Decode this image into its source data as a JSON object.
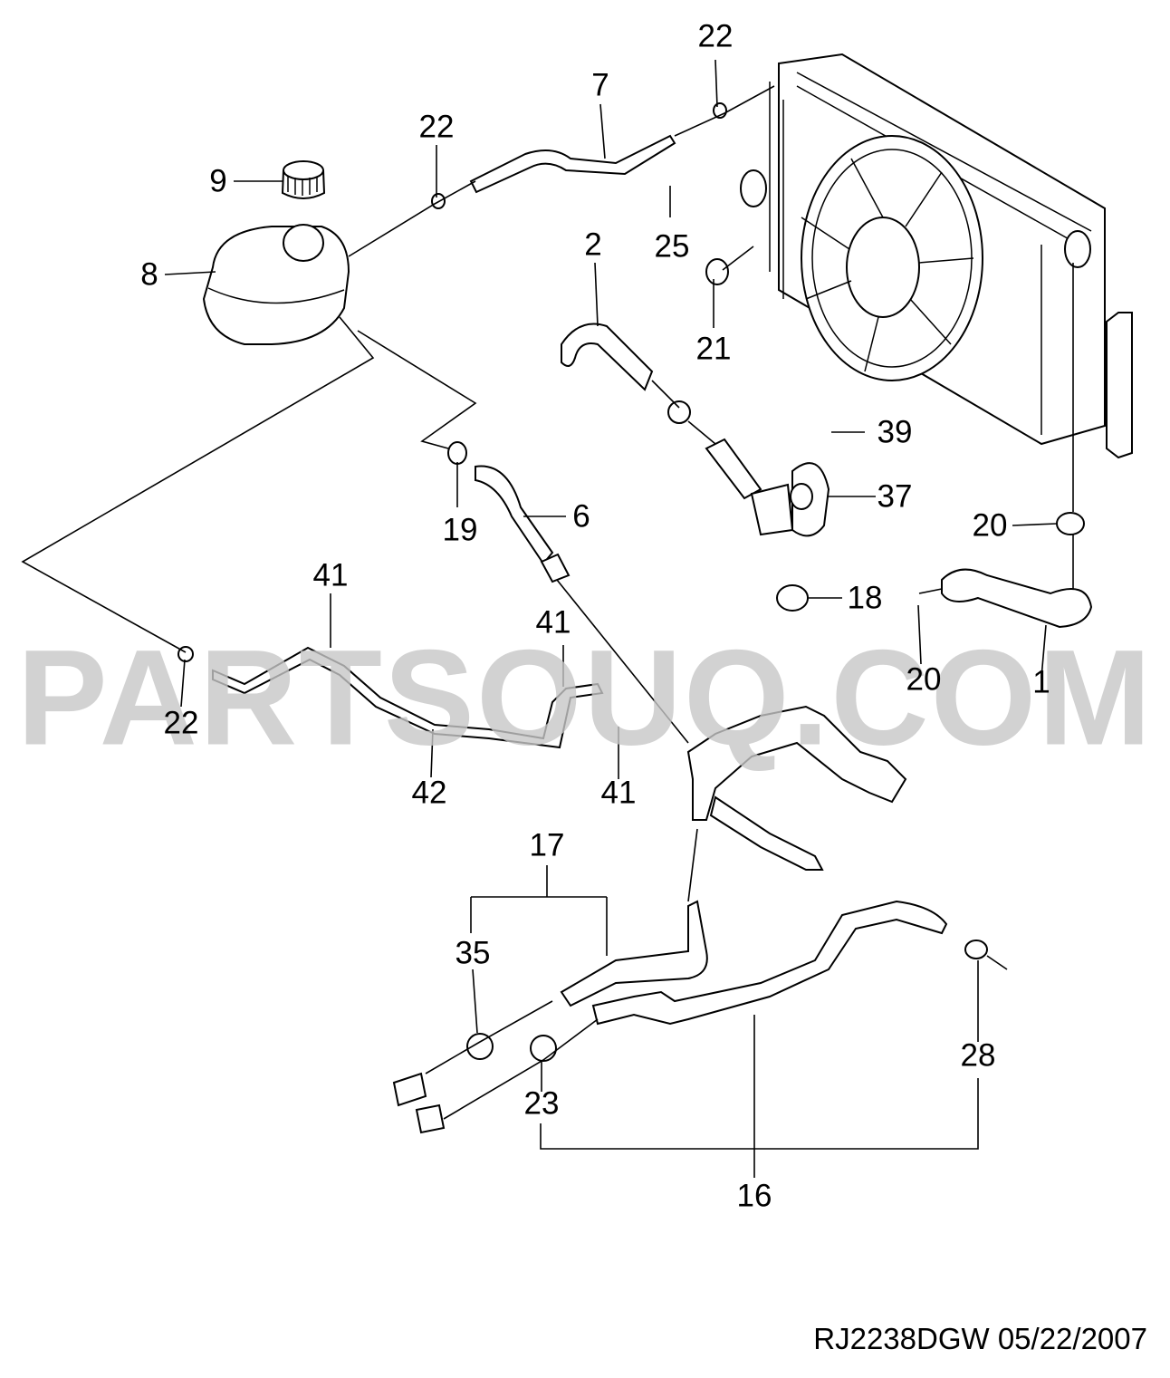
{
  "diagram": {
    "watermark": "PARTSOUQ.COM",
    "drawing_code": "RJ2238DGW  05/22/2007",
    "callouts": [
      {
        "id": "c9",
        "label": "9"
      },
      {
        "id": "c8",
        "label": "8"
      },
      {
        "id": "c22a",
        "label": "22"
      },
      {
        "id": "c7",
        "label": "7"
      },
      {
        "id": "c22b",
        "label": "22"
      },
      {
        "id": "c25",
        "label": "25"
      },
      {
        "id": "c2",
        "label": "2"
      },
      {
        "id": "c21",
        "label": "21"
      },
      {
        "id": "c39",
        "label": "39"
      },
      {
        "id": "c37",
        "label": "37"
      },
      {
        "id": "c19",
        "label": "19"
      },
      {
        "id": "c6",
        "label": "6"
      },
      {
        "id": "c20a",
        "label": "20"
      },
      {
        "id": "c18",
        "label": "18"
      },
      {
        "id": "c20b",
        "label": "20"
      },
      {
        "id": "c1",
        "label": "1"
      },
      {
        "id": "c41a",
        "label": "41"
      },
      {
        "id": "c41b",
        "label": "41"
      },
      {
        "id": "c22c",
        "label": "22"
      },
      {
        "id": "c42",
        "label": "42"
      },
      {
        "id": "c41c",
        "label": "41"
      },
      {
        "id": "c17",
        "label": "17"
      },
      {
        "id": "c35",
        "label": "35"
      },
      {
        "id": "c28",
        "label": "28"
      },
      {
        "id": "c23",
        "label": "23"
      },
      {
        "id": "c16",
        "label": "16"
      }
    ]
  }
}
